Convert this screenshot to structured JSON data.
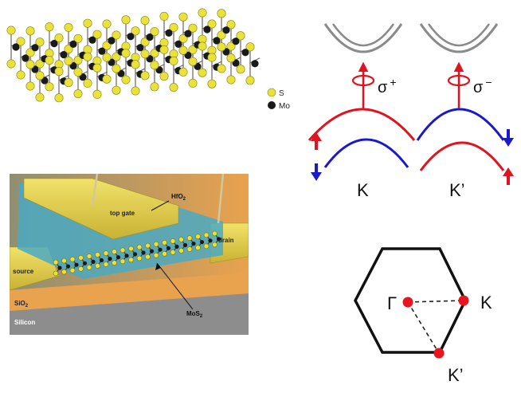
{
  "lattice": {
    "legend": [
      {
        "label": "S",
        "color": "#e8e23a"
      },
      {
        "label": "Mo",
        "color": "#1a1a1a"
      }
    ]
  },
  "device": {
    "labels": {
      "top_gate": "top gate",
      "hfo2": "HfO",
      "hfo2_sub": "2",
      "drain": "drain",
      "source": "source",
      "sio2": "SiO",
      "sio2_sub": "2",
      "silicon": "Silicon",
      "mos2": "MoS",
      "mos2_sub": "2"
    },
    "colors": {
      "gold": "#e3d34a",
      "dielectric": "#4aa9c3",
      "oxide": "#e9a24e",
      "silicon": "#8d8d8d"
    }
  },
  "bands": {
    "valleys": [
      {
        "label": "K",
        "polarization_symbol": "σ",
        "polarization_sign": "+",
        "upper_color": "#e0141e",
        "lower_color": "#1a1acc"
      },
      {
        "label": "K’",
        "polarization_symbol": "σ",
        "polarization_sign": "−",
        "upper_color": "#1a1acc",
        "lower_color": "#e0141e"
      }
    ],
    "conduction_color": "#8a8a8a"
  },
  "brillouin": {
    "points": [
      {
        "label": "Γ"
      },
      {
        "label": "K"
      },
      {
        "label": "K’"
      }
    ],
    "point_color": "#e8141e"
  }
}
